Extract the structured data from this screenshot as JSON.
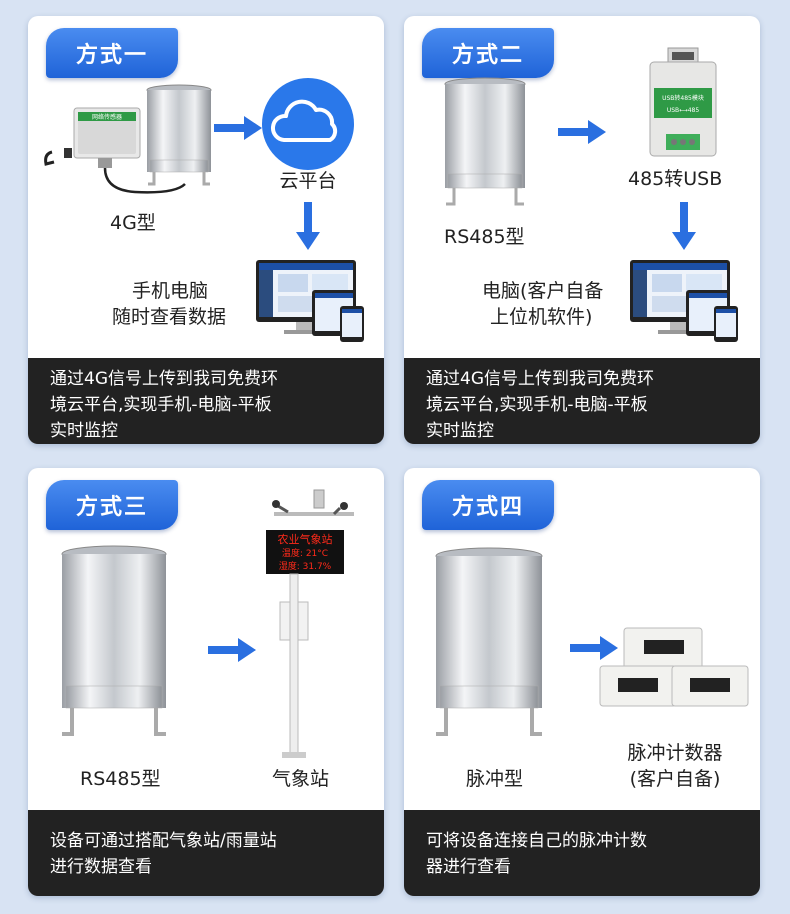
{
  "cards": [
    {
      "tag": "方式一",
      "labels": {
        "sensor": "4G型",
        "cloud": "云平台",
        "view_l1": "手机电脑",
        "view_l2": "随时查看数据"
      },
      "footer": {
        "l1": "通过4G信号上传到我司免费环",
        "l2": "境云平台,实现手机-电脑-平板",
        "l3": "实时监控"
      },
      "module_text": "网络传感器"
    },
    {
      "tag": "方式二",
      "labels": {
        "sensor": "RS485型",
        "converter": "485转USB",
        "pc_l1": "电脑(客户自备",
        "pc_l2": "上位机软件)"
      },
      "footer": {
        "l1": "通过4G信号上传到我司免费环",
        "l2": "境云平台,实现手机-电脑-平板",
        "l3": "实时监控"
      },
      "module_text": {
        "top": "USB转485模块",
        "bottom": "USB⟷485"
      }
    },
    {
      "tag": "方式三",
      "labels": {
        "sensor": "RS485型",
        "station": "气象站"
      },
      "led": {
        "l1": "农业气象站",
        "l2": "温度: 21°C",
        "l3": "湿度: 31.7%"
      },
      "footer": {
        "l1": "设备可通过搭配气象站/雨量站",
        "l2": "进行数据查看"
      }
    },
    {
      "tag": "方式四",
      "labels": {
        "sensor": "脉冲型",
        "counter_l1": "脉冲计数器",
        "counter_l2": "(客户自备)"
      },
      "footer": {
        "l1": "可将设备连接自己的脉冲计数",
        "l2": "器进行查看"
      }
    }
  ],
  "colors": {
    "accent": "#2a6fe0",
    "footer_bg": "#222222",
    "led": "#ff2a1a"
  }
}
